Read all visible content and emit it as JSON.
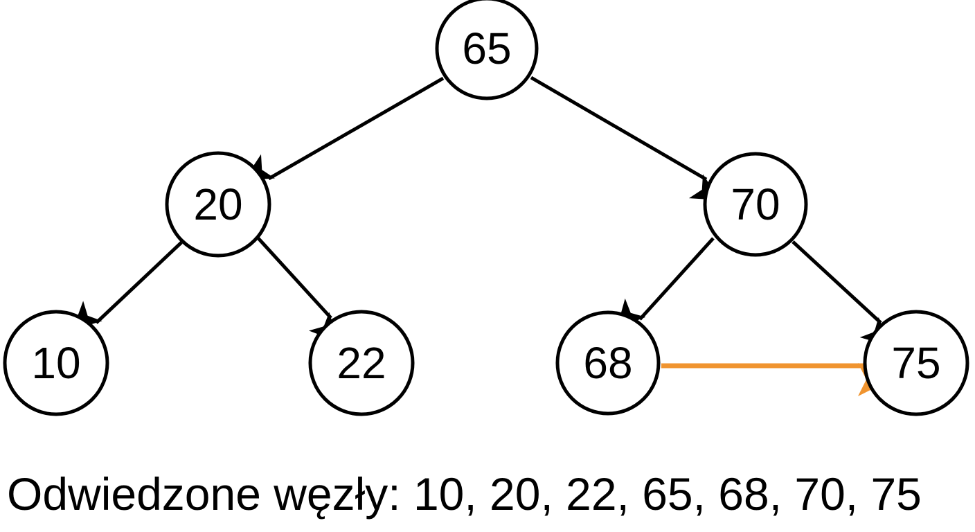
{
  "nodes": [
    {
      "id": "n65",
      "label": "65"
    },
    {
      "id": "n20",
      "label": "20"
    },
    {
      "id": "n70",
      "label": "70"
    },
    {
      "id": "n10",
      "label": "10"
    },
    {
      "id": "n22",
      "label": "22"
    },
    {
      "id": "n68",
      "label": "68"
    },
    {
      "id": "n75",
      "label": "75"
    }
  ],
  "edges": [
    {
      "from": "65",
      "to": "20"
    },
    {
      "from": "65",
      "to": "70"
    },
    {
      "from": "20",
      "to": "10"
    },
    {
      "from": "20",
      "to": "22"
    },
    {
      "from": "70",
      "to": "68"
    },
    {
      "from": "70",
      "to": "75"
    },
    {
      "from": "68",
      "to": "75",
      "highlight": true
    }
  ],
  "colors": {
    "edge": "#000000",
    "highlight": "#f0942f"
  },
  "caption": "Odwiedzone węzły: 10, 20, 22, 65, 68, 70, 75"
}
